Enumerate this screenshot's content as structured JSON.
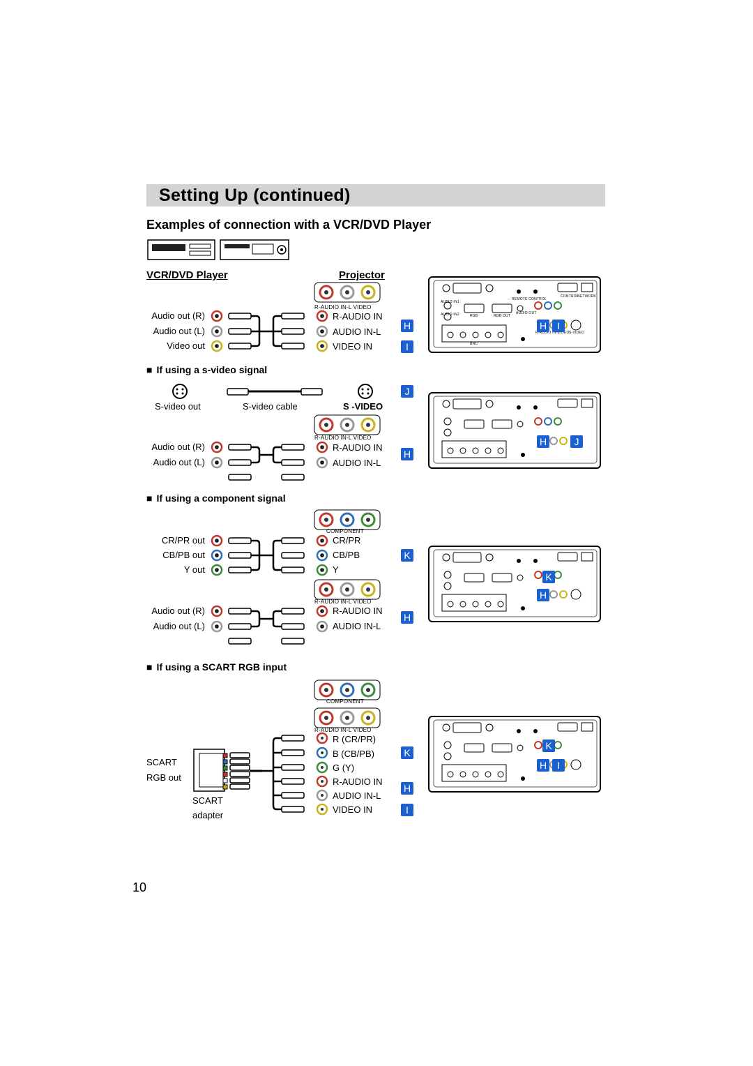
{
  "page": {
    "title": "Setting Up (continued)",
    "subtitle": "Examples of connection with a VCR/DVD Player",
    "page_number": "10"
  },
  "columns": {
    "left": "VCR/DVD Player",
    "right": "Projector"
  },
  "section_basic": {
    "group_label": "R-AUDIO IN-L VIDEO",
    "outputs": [
      "Audio out (R)",
      "Audio out (L)",
      "Video out"
    ],
    "inputs": [
      "R-AUDIO IN",
      "AUDIO IN-L",
      "VIDEO IN"
    ],
    "badges": [
      "H",
      "I"
    ]
  },
  "section_svideo": {
    "heading": "If using a s-video signal",
    "svideo_out": "S-video out",
    "cable": "S-video cable",
    "svideo_in": "S -VIDEO",
    "group_label": "R-AUDIO IN-L VIDEO",
    "outputs": [
      "Audio out (R)",
      "Audio out (L)"
    ],
    "inputs": [
      "R-AUDIO IN",
      "AUDIO IN-L"
    ],
    "badges": [
      "J",
      "H"
    ]
  },
  "section_component": {
    "heading": "If using a component signal",
    "component_label": "COMPONENT",
    "outputs": [
      "CR/PR out",
      "CB/PB out",
      "Y out"
    ],
    "inputs": [
      "CR/PR",
      "CB/PB",
      "Y"
    ],
    "audio_group_label": "R-AUDIO IN-L VIDEO",
    "audio_outputs": [
      "Audio out (R)",
      "Audio out (L)"
    ],
    "audio_inputs": [
      "R-AUDIO IN",
      "AUDIO IN-L"
    ],
    "badges": [
      "K",
      "H"
    ]
  },
  "section_scart": {
    "heading": "If using a SCART RGB input",
    "component_label": "COMPONENT",
    "group_label": "R-AUDIO IN-L VIDEO",
    "output": "SCART",
    "output_2": "RGB out",
    "adapter": "SCART",
    "adapter_2": "adapter",
    "inputs": [
      "R (CR/PR)",
      "B (CB/PB)",
      "G (Y)",
      "R-AUDIO IN",
      "AUDIO IN-L",
      "VIDEO IN"
    ],
    "badges": [
      "K",
      "H",
      "I"
    ]
  },
  "panel_labels": {
    "remote": "REMOTE CONTROL",
    "control": "CONTROL",
    "network": "NETWORK",
    "audio_in1": "AUDIO IN1",
    "audio_in2": "AUDIO IN2",
    "rgb": "RGB",
    "rgb_out": "RGB OUT",
    "audio_out": "AUDIO OUT",
    "bnc": "BNC",
    "video": "VIDEO",
    "svideo": "S-VIDEO",
    "rl": "R-AUDIO IN-L"
  },
  "panel_badges": {
    "p1": [
      "H",
      "I"
    ],
    "p2": [
      "H",
      "J"
    ],
    "p3": [
      "K",
      "H"
    ],
    "p4": [
      "K",
      "H",
      "I"
    ]
  },
  "colors": {
    "badge": "#1c5fcf",
    "title_bar": "#d3d3d3",
    "jack_red": "#c0392b",
    "jack_blue": "#2e6fb5",
    "jack_green": "#3c8c3c",
    "jack_yellow": "#c9b21e",
    "jack_white": "#999999"
  }
}
